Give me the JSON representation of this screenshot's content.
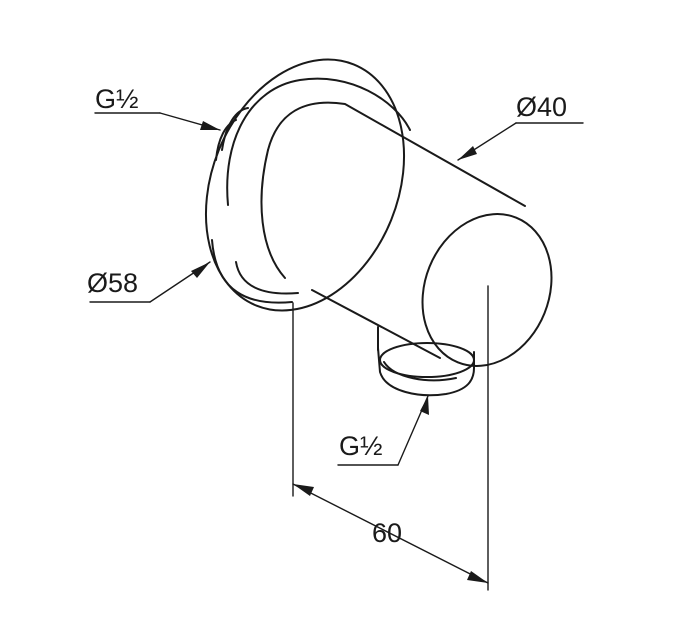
{
  "callouts": {
    "thread_top": "G½",
    "outer_diameter_body": "Ø40",
    "outer_diameter_flange": "Ø58",
    "thread_bottom": "G½",
    "depth": "60"
  },
  "colors": {
    "line": "#1a1a1a",
    "background": "#ffffff"
  }
}
